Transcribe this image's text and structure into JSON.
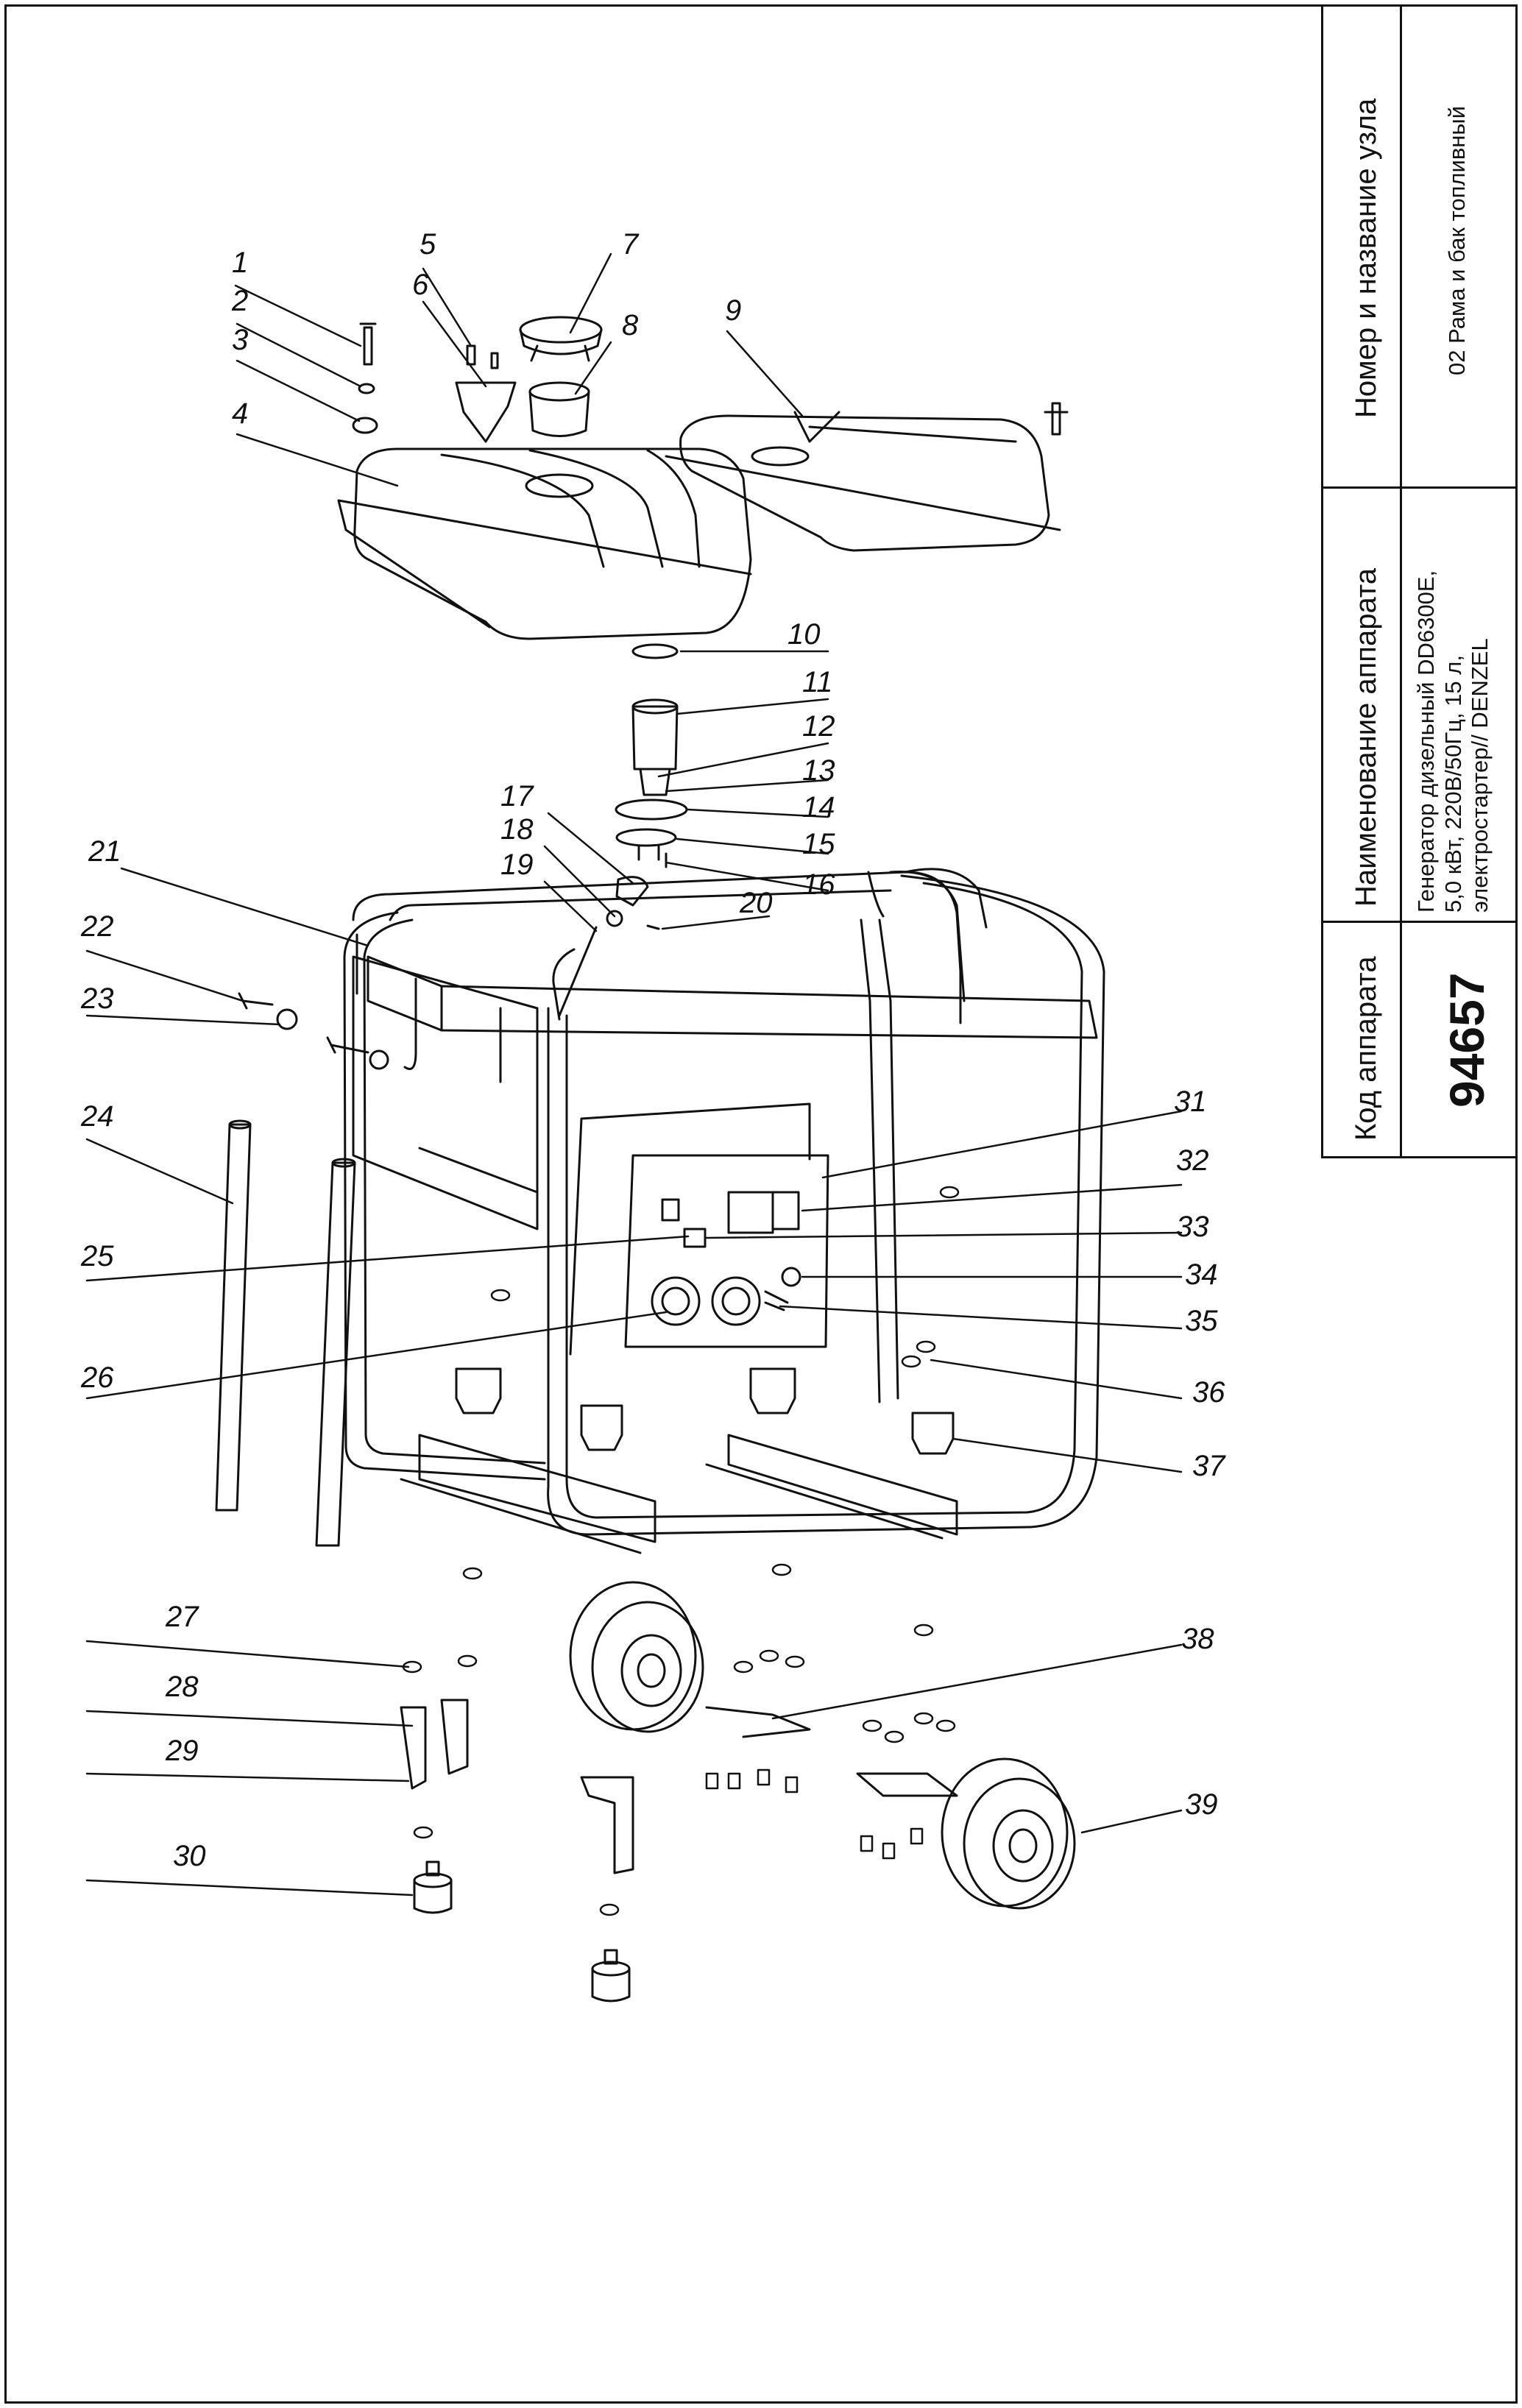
{
  "title_block": {
    "code_header": "Код аппарата",
    "code_value": "94657",
    "name_header": "Наименование аппарата",
    "name_value_lines": [
      "Генератор дизельный DD6300E,",
      "5,0 кВт, 220В/50Гц, 15 л,",
      "электростартер// DENZEL"
    ],
    "node_header": "Номер и название узла",
    "node_value": "02 Рама и бак топливный"
  },
  "callouts": [
    "1",
    "2",
    "3",
    "4",
    "5",
    "6",
    "7",
    "8",
    "9",
    "10",
    "11",
    "12",
    "13",
    "14",
    "15",
    "16",
    "17",
    "18",
    "19",
    "20",
    "21",
    "22",
    "23",
    "24",
    "25",
    "26",
    "27",
    "28",
    "29",
    "30",
    "31",
    "32",
    "33",
    "34",
    "35",
    "36",
    "37",
    "38",
    "39"
  ]
}
